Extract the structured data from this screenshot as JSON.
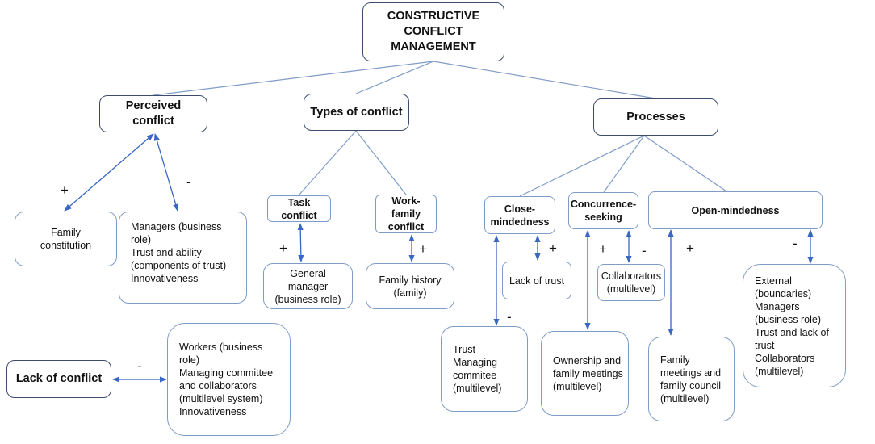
{
  "root": {
    "label": "CONSTRUCTIVE CONFLICT MANAGEMENT"
  },
  "categories": {
    "perceived": "Perceived conflict",
    "types": "Types of conflict",
    "processes": "Processes",
    "lack": "Lack of conflict"
  },
  "types": {
    "task": "Task conflict",
    "work_family": "Work-family conflict"
  },
  "processes": {
    "close": "Close-mindedness",
    "concurrence": "Concurrence-seeking",
    "open": "Open-mindedness"
  },
  "factors": {
    "family_constitution": [
      "Family",
      "constitution"
    ],
    "managers": [
      "Managers (business role)",
      "Trust and ability (components of trust)",
      "Innovativeness"
    ],
    "general_manager": [
      "General",
      "manager",
      "(business role)"
    ],
    "family_history": [
      "Family history",
      "(family)"
    ],
    "workers": [
      "Workers (business role)",
      "Managing committee and collaborators (multilevel system)",
      "Innovativeness"
    ],
    "lack_of_trust": [
      "Lack of trust"
    ],
    "collaborators": [
      "Collaborators",
      "(multilevel)"
    ],
    "trust_committee": [
      "Trust",
      "Managing commitee",
      "(multilevel)"
    ],
    "ownership": [
      "Ownership and family meetings",
      "(multilevel)"
    ],
    "family_meetings": [
      "Family meetings and family council",
      "(multilevel)"
    ],
    "external": [
      "External (boundaries)",
      "Managers (business role)",
      "Trust and lack of trust",
      "Collaborators (multilevel)"
    ]
  },
  "signs": {
    "plus": "+",
    "minus": "-"
  },
  "colors": {
    "line": "#7f9cc7",
    "arrow": "#3a66c4",
    "dark_border": "#3d4a6b"
  }
}
